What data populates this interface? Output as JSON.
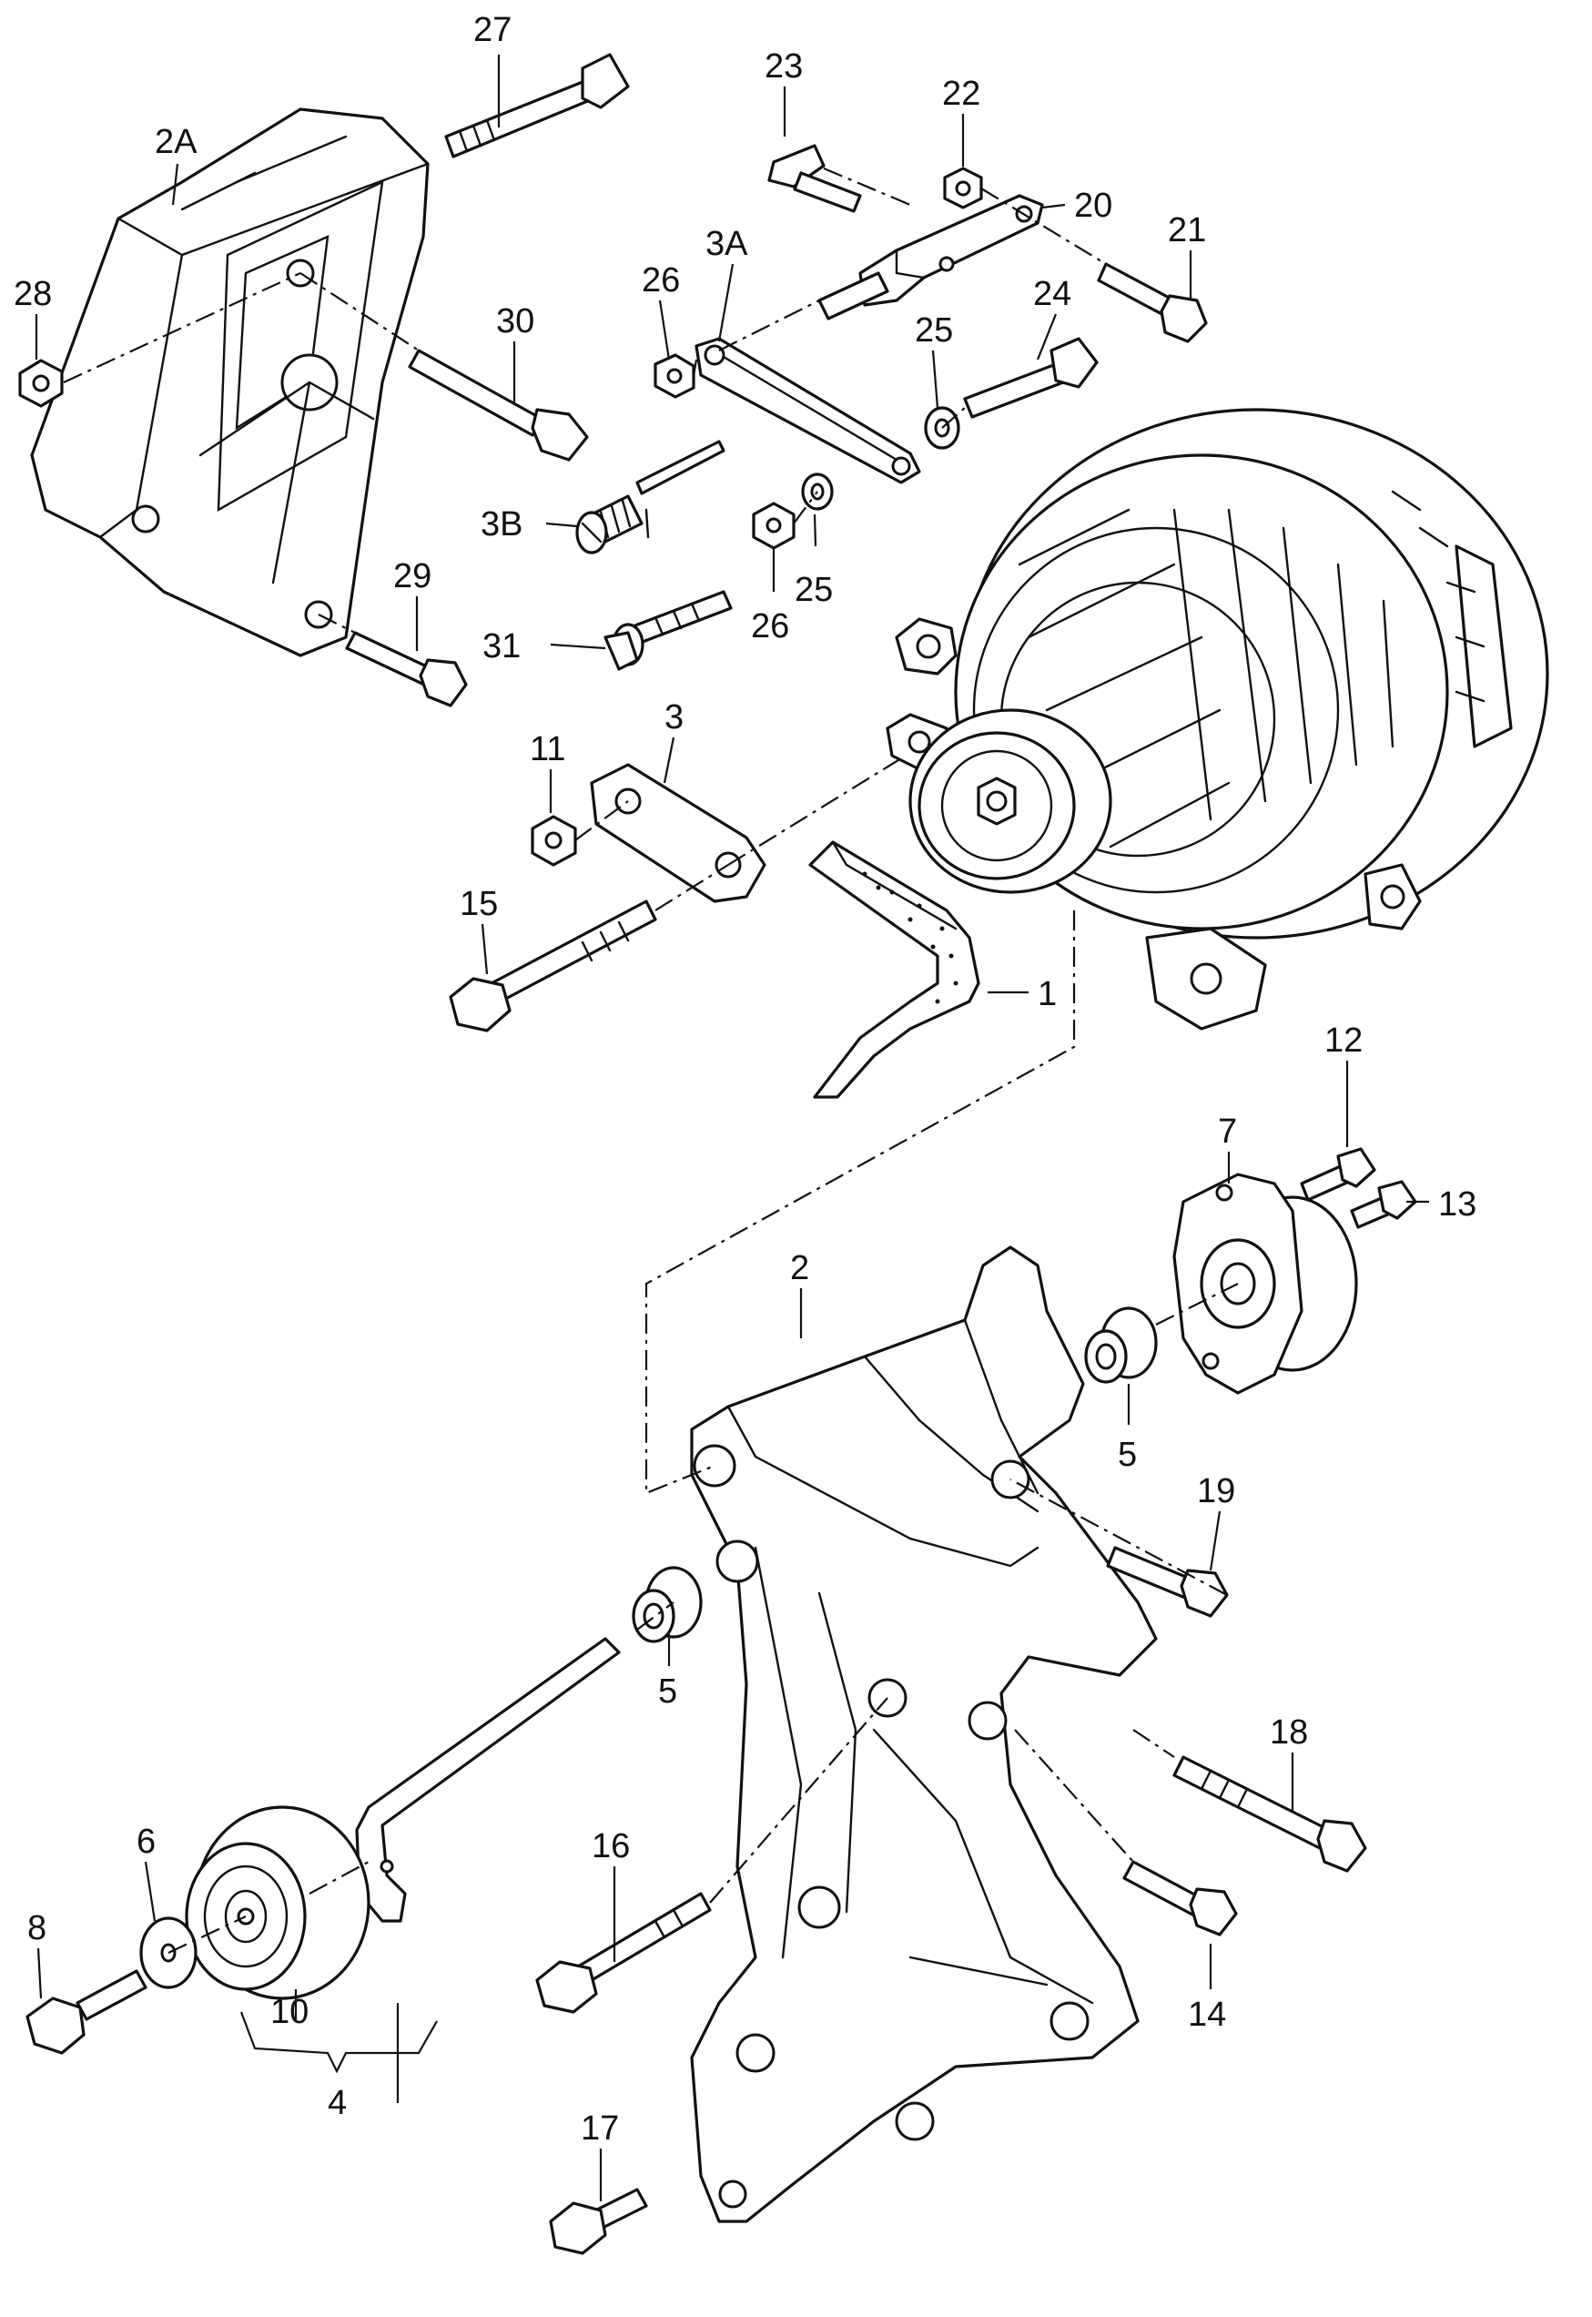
{
  "callouts": {
    "c1": "1",
    "c2": "2",
    "c2A": "2A",
    "c3": "3",
    "c3A": "3A",
    "c3B": "3B",
    "c4": "4",
    "c5a": "5",
    "c5b": "5",
    "c6": "6",
    "c7": "7",
    "c8": "8",
    "c10": "10",
    "c11": "11",
    "c12": "12",
    "c13": "13",
    "c14": "14",
    "c15": "15",
    "c16": "16",
    "c17": "17",
    "c18": "18",
    "c19": "19",
    "c20": "20",
    "c21": "21",
    "c22": "22",
    "c23": "23",
    "c24": "24",
    "c25a": "25",
    "c25b": "25",
    "c26a": "26",
    "c26b": "26",
    "c27": "27",
    "c28": "28",
    "c29": "29",
    "c30": "30",
    "c31": "31"
  },
  "colors": {
    "line": "#111111",
    "background": "#ffffff"
  }
}
